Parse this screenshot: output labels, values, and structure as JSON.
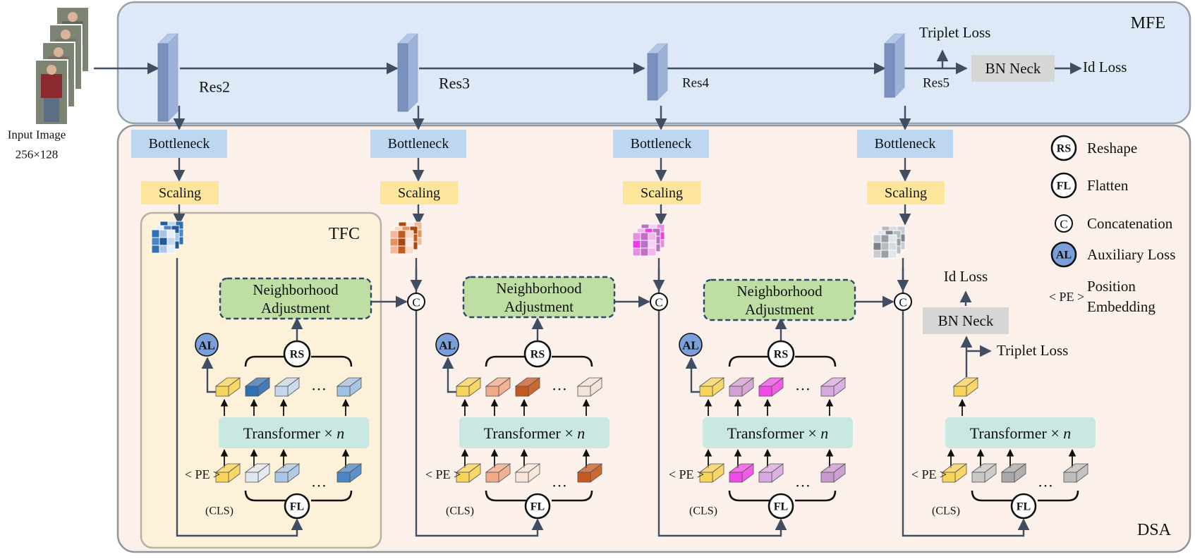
{
  "regions": {
    "mfe": "MFE",
    "dsa": "DSA",
    "tfc": "TFC"
  },
  "input": {
    "label": "Input Image",
    "size": "256×128"
  },
  "stages": [
    {
      "res": "Res2",
      "bottleneck": "Bottleneck",
      "scaling": "Scaling",
      "adjust": [
        "Neighborhood",
        "Adjustment"
      ],
      "transformer_text": "Transformer × ",
      "transformer_n": "n",
      "al": "AL",
      "rs": "RS",
      "fl": "FL",
      "pe": "< PE >",
      "cls": "(CLS)",
      "ellipsis": "…",
      "concat": "C"
    },
    {
      "res": "Res3",
      "bottleneck": "Bottleneck",
      "scaling": "Scaling",
      "adjust": [
        "Neighborhood",
        "Adjustment"
      ],
      "transformer_text": "Transformer × ",
      "transformer_n": "n",
      "al": "AL",
      "rs": "RS",
      "fl": "FL",
      "pe": "< PE >",
      "cls": "(CLS)",
      "ellipsis": "…",
      "concat": "C"
    },
    {
      "res": "Res4",
      "bottleneck": "Bottleneck",
      "scaling": "Scaling",
      "adjust": [
        "Neighborhood",
        "Adjustment"
      ],
      "transformer_text": "Transformer × ",
      "transformer_n": "n",
      "al": "AL",
      "rs": "RS",
      "fl": "FL",
      "pe": "< PE >",
      "cls": "(CLS)",
      "ellipsis": "…",
      "concat": "C"
    },
    {
      "res": "Res5",
      "bottleneck": "Bottleneck",
      "scaling": "Scaling",
      "transformer_text": "Transformer × ",
      "transformer_n": "n",
      "fl": "FL",
      "pe": "< PE >",
      "cls": "(CLS)",
      "ellipsis": "…",
      "concat": "C"
    }
  ],
  "head_top": {
    "triplet": "Triplet Loss",
    "bnneck": "BN Neck",
    "idloss": "Id Loss"
  },
  "head_bottom": {
    "idloss": "Id Loss",
    "bnneck": "BN Neck",
    "triplet": "Triplet Loss"
  },
  "legend": [
    {
      "symbol": "RS",
      "label": "Reshape"
    },
    {
      "symbol": "FL",
      "label": "Flatten"
    },
    {
      "symbol": "C",
      "label": "Concatenation"
    },
    {
      "symbol": "AL",
      "label": "Auxiliary Loss"
    }
  ],
  "legend_pe": {
    "symbol": "< PE >",
    "label1": "Position",
    "label2": "Embedding"
  },
  "colors": {
    "mfe_bg": "#dde9f6",
    "dsa_bg": "#fcf0ea",
    "tfc_bg": "#fdf1da",
    "bottleneck": "#bcd7ef",
    "scaling": "#fde69b",
    "adjust": "#bfdea3",
    "transformer": "#c8e8e1",
    "bnneck": "#d6d6d6",
    "al": "#7a9fd9",
    "line": "#3f4e63",
    "res_front": "#7a90be",
    "res_side": "#b4c6e6"
  },
  "patches": [
    {
      "cls": "#f7d45a",
      "top": [
        "#f7d45a",
        "#2f6fb5",
        "#c3d8ee",
        "#9ec0e4"
      ],
      "bottom": [
        "#dfe8f2",
        "#a8c7e6",
        "#4a86c6"
      ],
      "grid": [
        "#2f6fb5",
        "#a8c7e6",
        "#e6eef7",
        "#4a86c6",
        "#1f5a99",
        "#c3d8ee"
      ]
    },
    {
      "cls": "#f7d45a",
      "top": [
        "#f7d45a",
        "#f0aa88",
        "#c55a1e",
        "#f3e3d8"
      ],
      "bottom": [
        "#f0aa88",
        "#f8e5d8",
        "#c55a1e"
      ],
      "grid": [
        "#f4b79a",
        "#c55a1e",
        "#f9d8c4",
        "#e8935f",
        "#a84812",
        "#fbe9de"
      ]
    },
    {
      "cls": "#f7d45a",
      "top": [
        "#f7d45a",
        "#d49ed6",
        "#ee4be8",
        "#d8a8e0"
      ],
      "bottom": [
        "#ee4be8",
        "#d8a8e0",
        "#c998d0"
      ],
      "grid": [
        "#e58ee2",
        "#c46cc8",
        "#f2b8ee",
        "#ea3ee6",
        "#b574c1",
        "#f7d0f4"
      ]
    },
    {
      "cls": "#f7d45a",
      "bottom": [
        "#c8c8c8",
        "#a8a8a8",
        "#bdbdbd"
      ],
      "grid": [
        "#c8ccd2",
        "#9aa0a8",
        "#e2e5ea",
        "#7f848b",
        "#b6bbc2",
        "#d8dce1"
      ]
    }
  ]
}
